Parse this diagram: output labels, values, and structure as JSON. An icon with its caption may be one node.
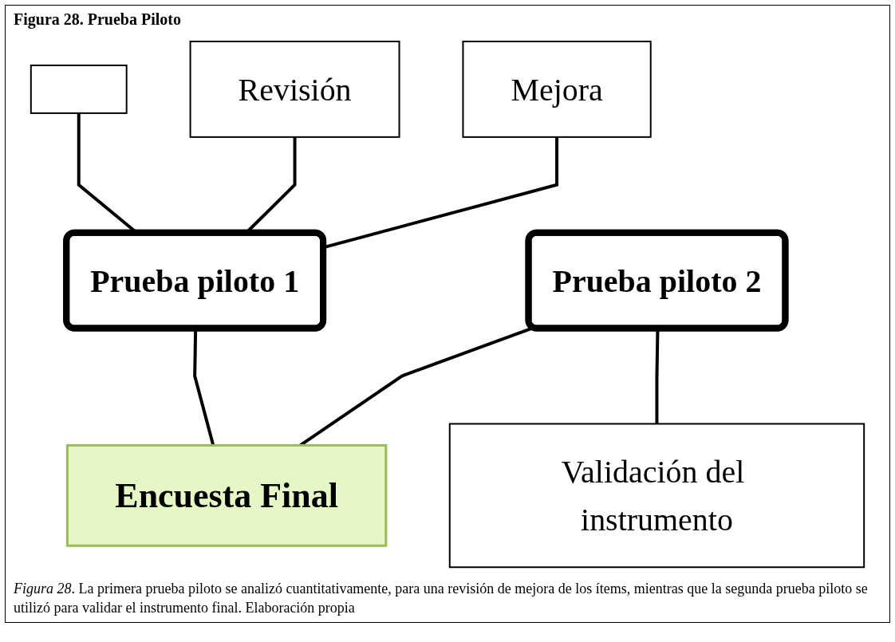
{
  "diagram": {
    "title": "Figura 28. Prueba Piloto",
    "caption": "*Figura 28*. La primera prueba piloto se analizó cuantitativamente, para una revisión de mejora de los ítems, mientras que la segunda prueba piloto se utilizó para validar el instrumento final. Elaboración propia",
    "nodes": [
      {
        "text": [],
        "shape": "box"
      },
      {
        "text": [
          "Revisión"
        ]
      },
      {
        "text": [
          "Mejora"
        ]
      },
      {
        "text": [
          "Prueba piloto 1"
        ]
      },
      {
        "text": [
          "Prueba piloto 2"
        ]
      },
      {
        "text": [
          "Validación del instrumento"
        ]
      },
      {
        "text": [
          "Encuesta Final"
        ]
      }
    ],
    "edges": [
      {
        "from": 0,
        "to": 3,
        "arrow": "none"
      },
      {
        "from": 1,
        "to": 3,
        "arrow": "none"
      },
      {
        "from": 2,
        "to": 3,
        "arrow": "none"
      },
      {
        "from": 4,
        "to": 5,
        "arrow": "none"
      },
      {
        "from": 3,
        "to": 6,
        "arrow": "none"
      },
      {
        "from": 4,
        "to": 6,
        "arrow": "none"
      }
    ]
  }
}
